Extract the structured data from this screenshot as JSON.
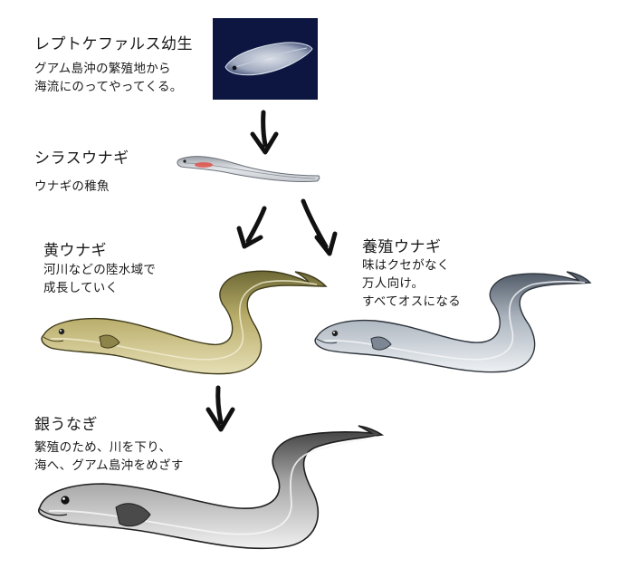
{
  "stages": {
    "leptocephalus": {
      "title": "レプトケファルス幼生",
      "desc": [
        "グアム島沖の繁殖地から",
        "海流にのってやってくる。"
      ]
    },
    "glass_eel": {
      "title": "シラスウナギ",
      "desc": [
        "ウナギの稚魚"
      ]
    },
    "yellow_eel": {
      "title": "黄ウナギ",
      "desc": [
        "河川などの陸水域で",
        "成長していく"
      ]
    },
    "farmed_eel": {
      "title": "養殖ウナギ",
      "desc": [
        "味はクセがなく",
        "万人向け。",
        "すべてオスになる"
      ]
    },
    "silver_eel": {
      "title": "銀うなぎ",
      "desc": [
        "繁殖のため、川を下り、",
        "海へ、グアム島沖をめざす"
      ]
    }
  },
  "colors": {
    "photo_bg": "#0d1640",
    "yellow_eel": "#b9ad6a",
    "farmed_eel": "#aab3bd",
    "silver_eel": "#a5a5a5",
    "arrow": "#111111"
  },
  "icons": [
    "leptocephalus-larva-photo",
    "glass-eel-illustration",
    "yellow-eel-illustration",
    "farmed-eel-illustration",
    "silver-eel-illustration",
    "arrow-down-icon"
  ]
}
